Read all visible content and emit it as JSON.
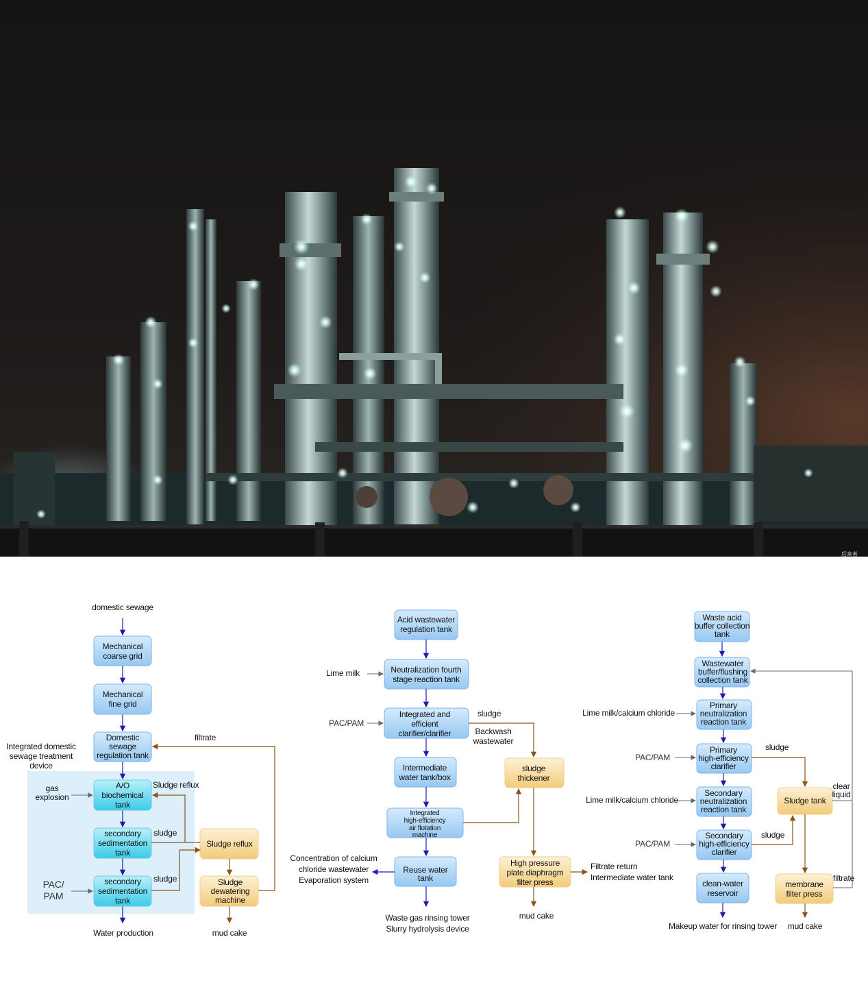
{
  "photo": {
    "signature": "后来者"
  },
  "left_flow": {
    "input": "domestic sewage",
    "boxes": {
      "coarse_grid": [
        "Mechanical",
        "coarse grid"
      ],
      "fine_grid": [
        "Mechanical",
        "fine grid"
      ],
      "regulation": [
        "Domestic",
        "sewage",
        "regulation tank"
      ],
      "ao": [
        "A/O",
        "biochemical",
        "tank"
      ],
      "sed1": [
        "secondary",
        "sedimentation",
        "tank"
      ],
      "sed2": [
        "secondary",
        "sedimentation",
        "tank"
      ],
      "sludge_reflux": [
        "Sludge reflux"
      ],
      "dewatering": [
        "Sludge",
        "dewatering",
        "machine"
      ]
    },
    "labels": {
      "integrated_device": [
        "Integrated domestic",
        "sewage treatment",
        "device"
      ],
      "filtrate": "filtrate",
      "sludge_reflux_side": "Sludge reflux",
      "gas_explosion": [
        "gas",
        "explosion"
      ],
      "sludge1": "sludge",
      "sludge2": "sludge",
      "pac_pam": [
        "PAC/",
        "PAM"
      ],
      "water_production": "Water production",
      "mud_cake": "mud cake"
    }
  },
  "middle_flow": {
    "boxes": {
      "acid_regulation": [
        "Acid wastewater",
        "regulation tank"
      ],
      "neutralization": [
        "Neutralization fourth",
        "stage reaction tank"
      ],
      "clarifier": [
        "Integrated and",
        "efficient",
        "clarifier/clarifier"
      ],
      "intermediate": [
        "Intermediate",
        "water tank/box"
      ],
      "air_flotation": [
        "Integrated",
        "high-efficiency",
        "air flotation",
        "machine"
      ],
      "reuse": [
        "Reuse water",
        "tank"
      ],
      "thickener": [
        "sludge",
        "thickener"
      ],
      "filter_press": [
        "High pressure",
        "plate diaphragm",
        "filter press"
      ]
    },
    "labels": {
      "lime_milk": "Lime milk",
      "pac_pam": "PAC/PAM",
      "sludge": "sludge",
      "backwash": [
        "Backwash",
        "wastewater"
      ],
      "calcium": [
        "Concentration of calcium",
        "chloride wastewater",
        "Evaporation system"
      ],
      "waste_gas": [
        "Waste gas rinsing tower",
        "Slurry hydrolysis device"
      ],
      "filtrate_return": [
        "Filtrate return",
        "Intermediate water tank"
      ],
      "mud_cake": "mud cake"
    }
  },
  "right_flow": {
    "boxes": {
      "waste_acid": [
        "Waste acid",
        "buffer collection",
        "tank"
      ],
      "buffer_flushing": [
        "Wastewater",
        "buffer/flushing",
        "collection tank"
      ],
      "primary_neutral": [
        "Primary",
        "neutralization",
        "reaction tank"
      ],
      "primary_clarifier": [
        "Primary",
        "high-efficiency",
        "clarifier"
      ],
      "secondary_neutral": [
        "Secondary",
        "neutralization",
        "reaction tank"
      ],
      "secondary_clarifier": [
        "Secondary",
        "high-efficiency",
        "clarifier"
      ],
      "clean_water": [
        "clean-water",
        "reservoir"
      ],
      "sludge_tank": [
        "Sludge tank"
      ],
      "membrane": [
        "membrane",
        "filter press"
      ]
    },
    "labels": {
      "lime_calcium1": "Lime milk/calcium chloride",
      "pac_pam1": "PAC/PAM",
      "lime_calcium2": "Lime milk/calcium chloride",
      "pac_pam2": "PAC/PAM",
      "sludge1": "sludge",
      "sludge2": "sludge",
      "clear_liquid": [
        "clear",
        "liquid"
      ],
      "filtrate": "filtrate",
      "makeup": "Makeup water for rinsing tower",
      "mud_cake": "mud cake"
    }
  },
  "colors": {
    "night_sky": "#1a1716",
    "box_blue": "#a9d3f6",
    "box_cyan": "#5cd7ee",
    "box_yellow": "#f6d58f",
    "flow_blue": "#1c1cae",
    "flow_brown": "#8a5518",
    "panel": "#dceffb"
  }
}
